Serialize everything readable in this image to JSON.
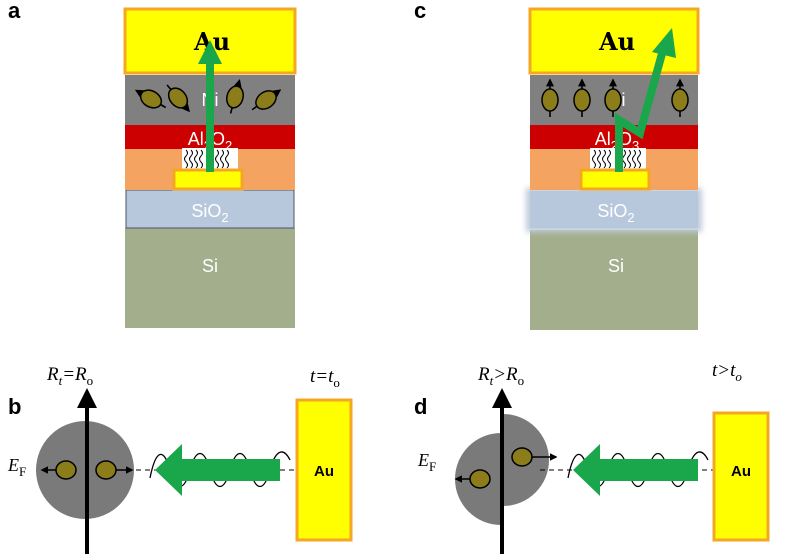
{
  "panels": {
    "a": {
      "letter": "a",
      "gold_label": "Au",
      "nickel_label": "Ni",
      "oxide_main": "Al",
      "oxide_sub1": "2",
      "oxide_o": "O",
      "oxide_sub2": "2",
      "sio2_main": "SiO",
      "sio2_sub": "2",
      "silicon_label": "Si"
    },
    "c": {
      "letter": "c",
      "gold_label": "Au",
      "nickel_label": "Ni",
      "oxide_main": "Al",
      "oxide_sub1": "2",
      "oxide_o": "O",
      "oxide_sub2": "3",
      "sio2_main": "SiO",
      "sio2_sub": "2",
      "silicon_label": "Si"
    },
    "b": {
      "letter": "b",
      "r_main": "R",
      "r_sub": "t",
      "r_rel": "=R",
      "r_sub2": "o",
      "t_main": "t",
      "t_rel": "=t",
      "t_sub": "o",
      "ef_main": "E",
      "ef_sub": "F",
      "gold_label": "Au"
    },
    "d": {
      "letter": "d",
      "r_main": "R",
      "r_sub": "t",
      "r_rel": ">R",
      "r_sub2": "o",
      "t_main": "t",
      "t_rel": ">t",
      "t_sub": "o",
      "ef_main": "E",
      "ef_sub": "F",
      "gold_label": "Au"
    }
  },
  "colors": {
    "gold": "#ffff00",
    "gold_border": "#f5a623",
    "nickel": "#808080",
    "oxide": "#cc0000",
    "orange_layer": "#f4a460",
    "sio2": "#b8c8dc",
    "silicon": "#a3ae8c",
    "arrow_green": "#1aa64a",
    "moment_olive": "#8b7d1a",
    "dos_gray": "#7a7a7a"
  }
}
